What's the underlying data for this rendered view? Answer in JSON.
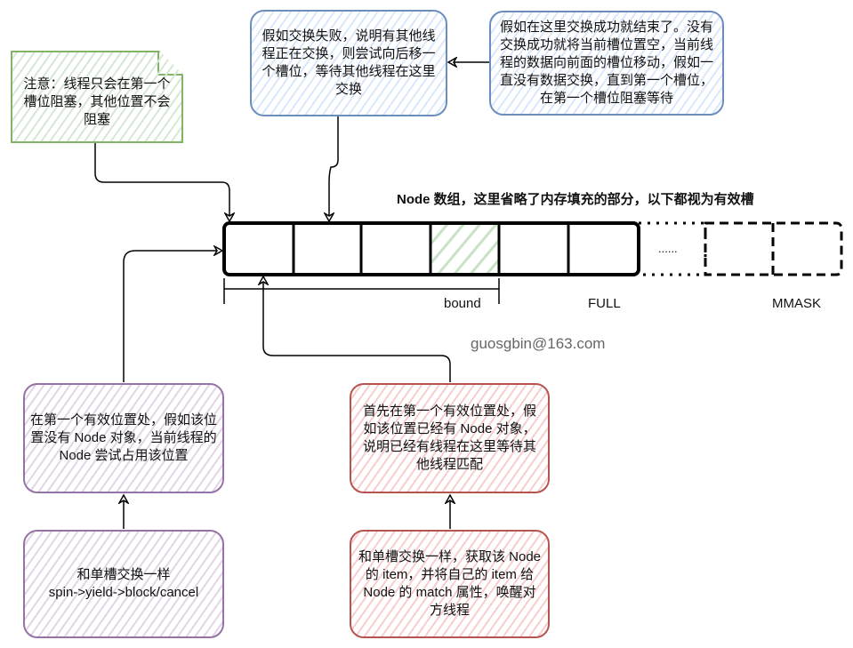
{
  "notes": {
    "green_note": "注意：线程只会在第一个槽位阻塞，其他位置不会阻塞",
    "blue_left": "假如交换失败，说明有其他线程正在交换，则尝试向后移一个槽位，等待其他线程在这里交换",
    "blue_right": "假如在这里交换成功就结束了。没有交换成功就将当前槽位置空，当前线程的数据向前面的槽位移动，假如一直没有数据交换，直到第一个槽位，在第一个槽位阻塞等待",
    "purple_top": "在第一个有效位置处，假如该位置没有 Node 对象，当前线程的 Node 尝试占用该位置",
    "purple_bottom_line1": "和单槽交换一样",
    "purple_bottom_line2": "spin->yield->block/cancel",
    "red_top": "首先在第一个有效位置处，假如该位置已经有 Node 对象，说明已经有线程在这里等待其他线程匹配",
    "red_bottom": "和单槽交换一样，获取该 Node 的 item，并将自己的 item 给 Node 的 match 属性，唤醒对方线程"
  },
  "array": {
    "title": "Node 数组，这里省略了内存填充的部分，以下都视为有效槽",
    "ellipsis": "......",
    "labels": {
      "bound": "bound",
      "full": "FULL",
      "mmask": "MMASK"
    },
    "solid_slots": 6,
    "highlighted_slot_index": 3
  },
  "watermark": "guosgbin@163.com",
  "colors": {
    "green_stroke": "#82b366",
    "blue_stroke": "#6c8ebf",
    "purple_stroke": "#9673a6",
    "red_stroke": "#b85450",
    "email_text": "#666666"
  }
}
